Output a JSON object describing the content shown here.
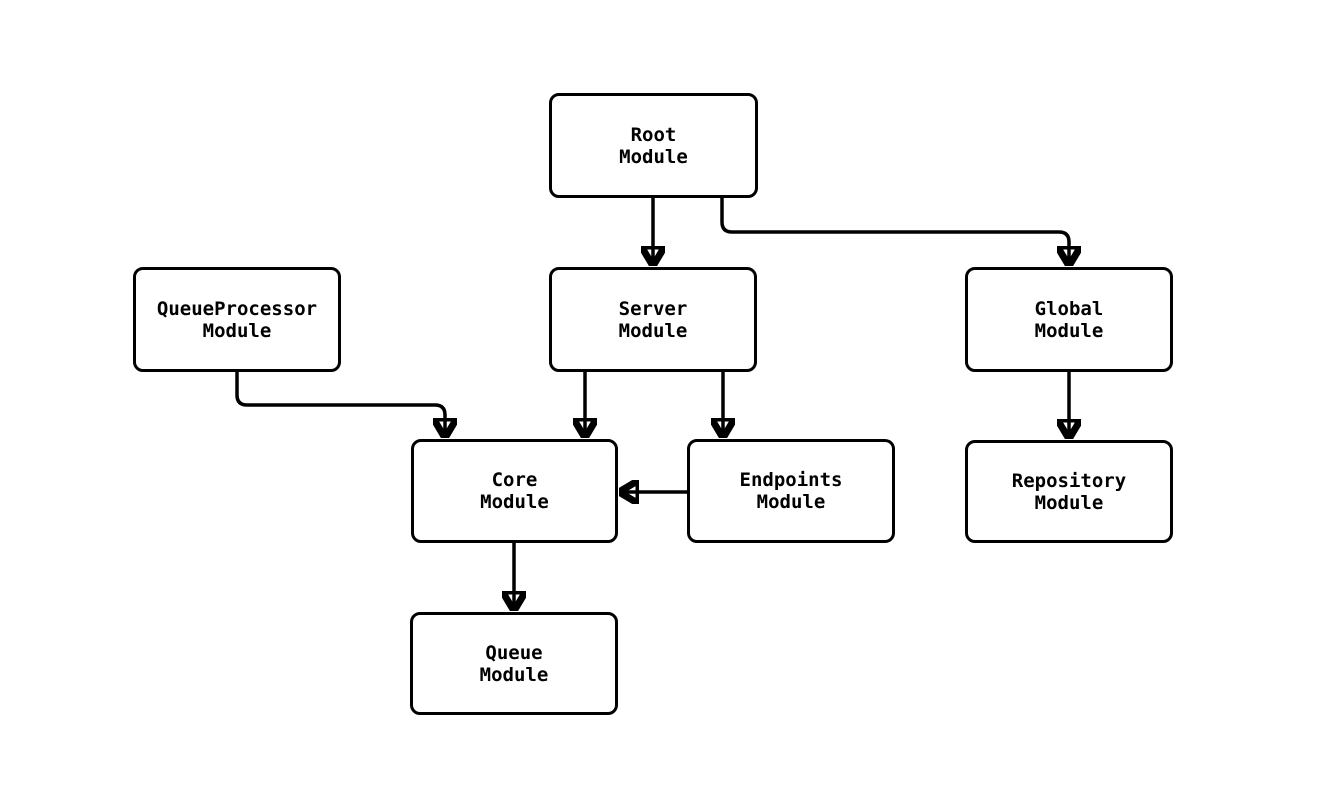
{
  "diagram": {
    "type": "module-dependency-graph",
    "colors": {
      "background": "#ffffff",
      "node_fill": "#ffffff",
      "node_border": "#000000",
      "edge": "#000000",
      "text": "#000000"
    },
    "nodes": [
      {
        "id": "root",
        "label": "Root\nModule"
      },
      {
        "id": "queueprocessor",
        "label": "QueueProcessor\nModule"
      },
      {
        "id": "server",
        "label": "Server\nModule"
      },
      {
        "id": "global",
        "label": "Global\nModule"
      },
      {
        "id": "core",
        "label": "Core\nModule"
      },
      {
        "id": "endpoints",
        "label": "Endpoints\nModule"
      },
      {
        "id": "repository",
        "label": "Repository\nModule"
      },
      {
        "id": "queue",
        "label": "Queue\nModule"
      }
    ],
    "edges": [
      {
        "from": "Root Module",
        "to": "Server Module"
      },
      {
        "from": "Root Module",
        "to": "Global Module"
      },
      {
        "from": "QueueProcessor Module",
        "to": "Core Module"
      },
      {
        "from": "Server Module",
        "to": "Core Module"
      },
      {
        "from": "Server Module",
        "to": "Endpoints Module"
      },
      {
        "from": "Endpoints Module",
        "to": "Core Module"
      },
      {
        "from": "Global Module",
        "to": "Repository Module"
      },
      {
        "from": "Core Module",
        "to": "Queue Module"
      }
    ]
  }
}
